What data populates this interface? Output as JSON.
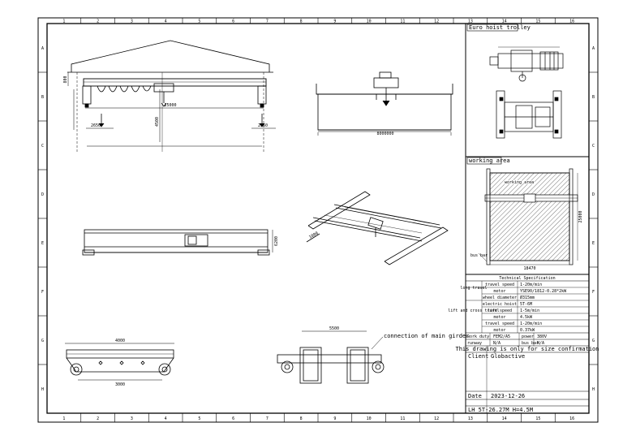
{
  "border": {
    "col_numbers": [
      "1",
      "2",
      "3",
      "4",
      "5",
      "6",
      "7",
      "8",
      "9",
      "10",
      "11",
      "12",
      "13",
      "14",
      "15",
      "16"
    ],
    "row_letters": [
      "A",
      "B",
      "C",
      "D",
      "E",
      "F",
      "G",
      "H"
    ]
  },
  "views": {
    "trolley_box_title": "Euro hoist trolley",
    "working_area_title": "working area",
    "working_area_hatch_label": "working area",
    "bus_bar_label": "bus bar",
    "main_girder_note": "connection of main girder"
  },
  "dimensions": {
    "span_overall": "25000",
    "hook_left": "2650",
    "hook_right": "2650",
    "lift_height": "4500",
    "building_height": "800",
    "end_carriage_width": "8000000",
    "side_height": "6200",
    "wheel_base": "4000",
    "wheel_base_inner": "3000",
    "girder_gap": "5500",
    "iso_dim": "1000",
    "work_width": "18470",
    "work_depth": "25000"
  },
  "spec": {
    "title": "Technical Specification",
    "rows": [
      {
        "group": "long travel",
        "item": "travel speed",
        "value": "1-20m/min"
      },
      {
        "group": "",
        "item": "motor",
        "value": "YSE90/1812-0.28*2kW"
      },
      {
        "group": "",
        "item": "wheel diameter",
        "value": "Ø315mm"
      },
      {
        "group": "lift and cross travel",
        "item": "electric hoist",
        "value": "5T-6M"
      },
      {
        "group": "",
        "item": "lift speed",
        "value": "1-5m/min"
      },
      {
        "group": "",
        "item": "motor",
        "value": "4.5kW"
      },
      {
        "group": "",
        "item": "travel speed",
        "value": "1-20m/min"
      },
      {
        "group": "",
        "item": "motor",
        "value": "0.37kW"
      }
    ],
    "work_duty_label": "work duty",
    "work_duty_value": "FEM2/A5",
    "power_label": "power",
    "power_value": "380V",
    "runway_label": "runway",
    "runway_value": "N/A",
    "bus_bar_label": "bus bar",
    "bus_bar_value": "N/A",
    "notice": "This drawing is only for size confirmation",
    "client_label": "Client",
    "client_value": "Globactive",
    "date_label": "Date",
    "date_value": "2023-12-26",
    "model": "LH 5T-26.27M H=4.5M"
  },
  "colors": {
    "line": "#000000",
    "hatch": "#555555",
    "background": "#ffffff"
  }
}
